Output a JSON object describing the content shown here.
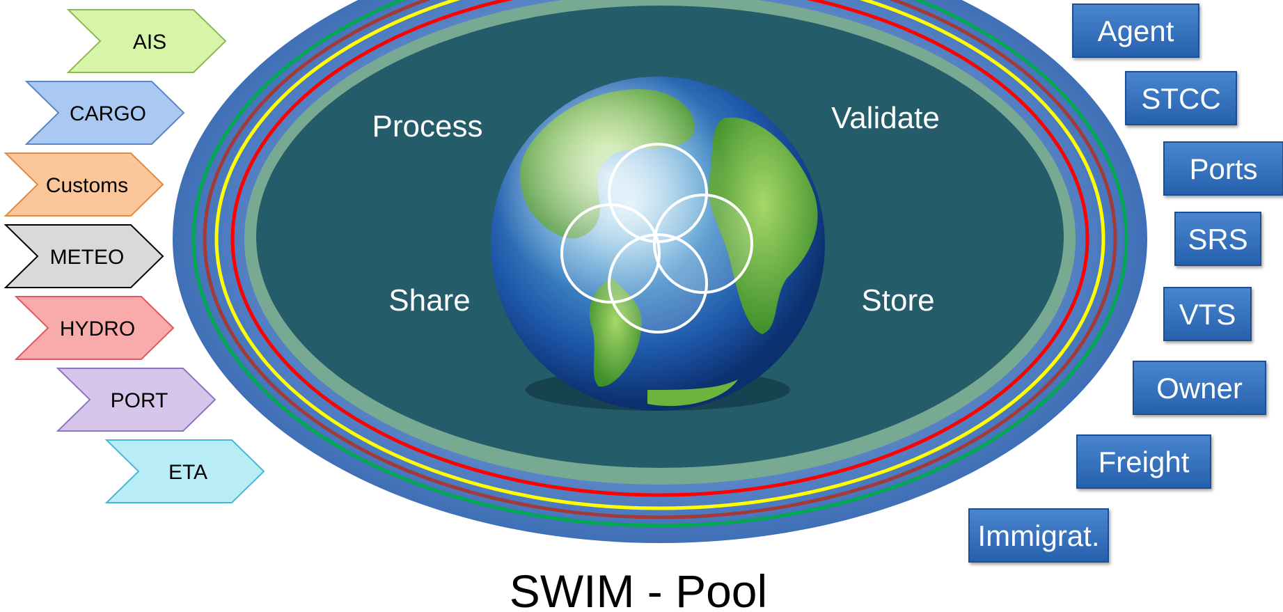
{
  "title": "SWIM - Pool",
  "center_labels": {
    "process": "Process",
    "validate": "Validate",
    "share": "Share",
    "store": "Store"
  },
  "ring_colors": [
    "#00a84f",
    "#a33a3a",
    "#ffff00",
    "#ff0000"
  ],
  "inputs": [
    {
      "label": "AIS",
      "color": "#d6f5a8",
      "border": "#8fb855"
    },
    {
      "label": "CARGO",
      "color": "#a9c8f2",
      "border": "#5a86c5"
    },
    {
      "label": "Customs",
      "color": "#fbc79a",
      "border": "#e08a3e"
    },
    {
      "label": "METEO",
      "color": "#d9d9d9",
      "border": "#000000"
    },
    {
      "label": "HYDRO",
      "color": "#f9aaaa",
      "border": "#e05a5a"
    },
    {
      "label": "PORT",
      "color": "#d6c6ec",
      "border": "#8d73c0"
    },
    {
      "label": "ETA",
      "color": "#b8ecf7",
      "border": "#48b9d6"
    }
  ],
  "stakeholders": [
    {
      "label": "Agent"
    },
    {
      "label": "STCC"
    },
    {
      "label": "Ports"
    },
    {
      "label": "SRS"
    },
    {
      "label": "VTS"
    },
    {
      "label": "Owner"
    },
    {
      "label": "Freight"
    },
    {
      "label": "Immigrat."
    }
  ]
}
